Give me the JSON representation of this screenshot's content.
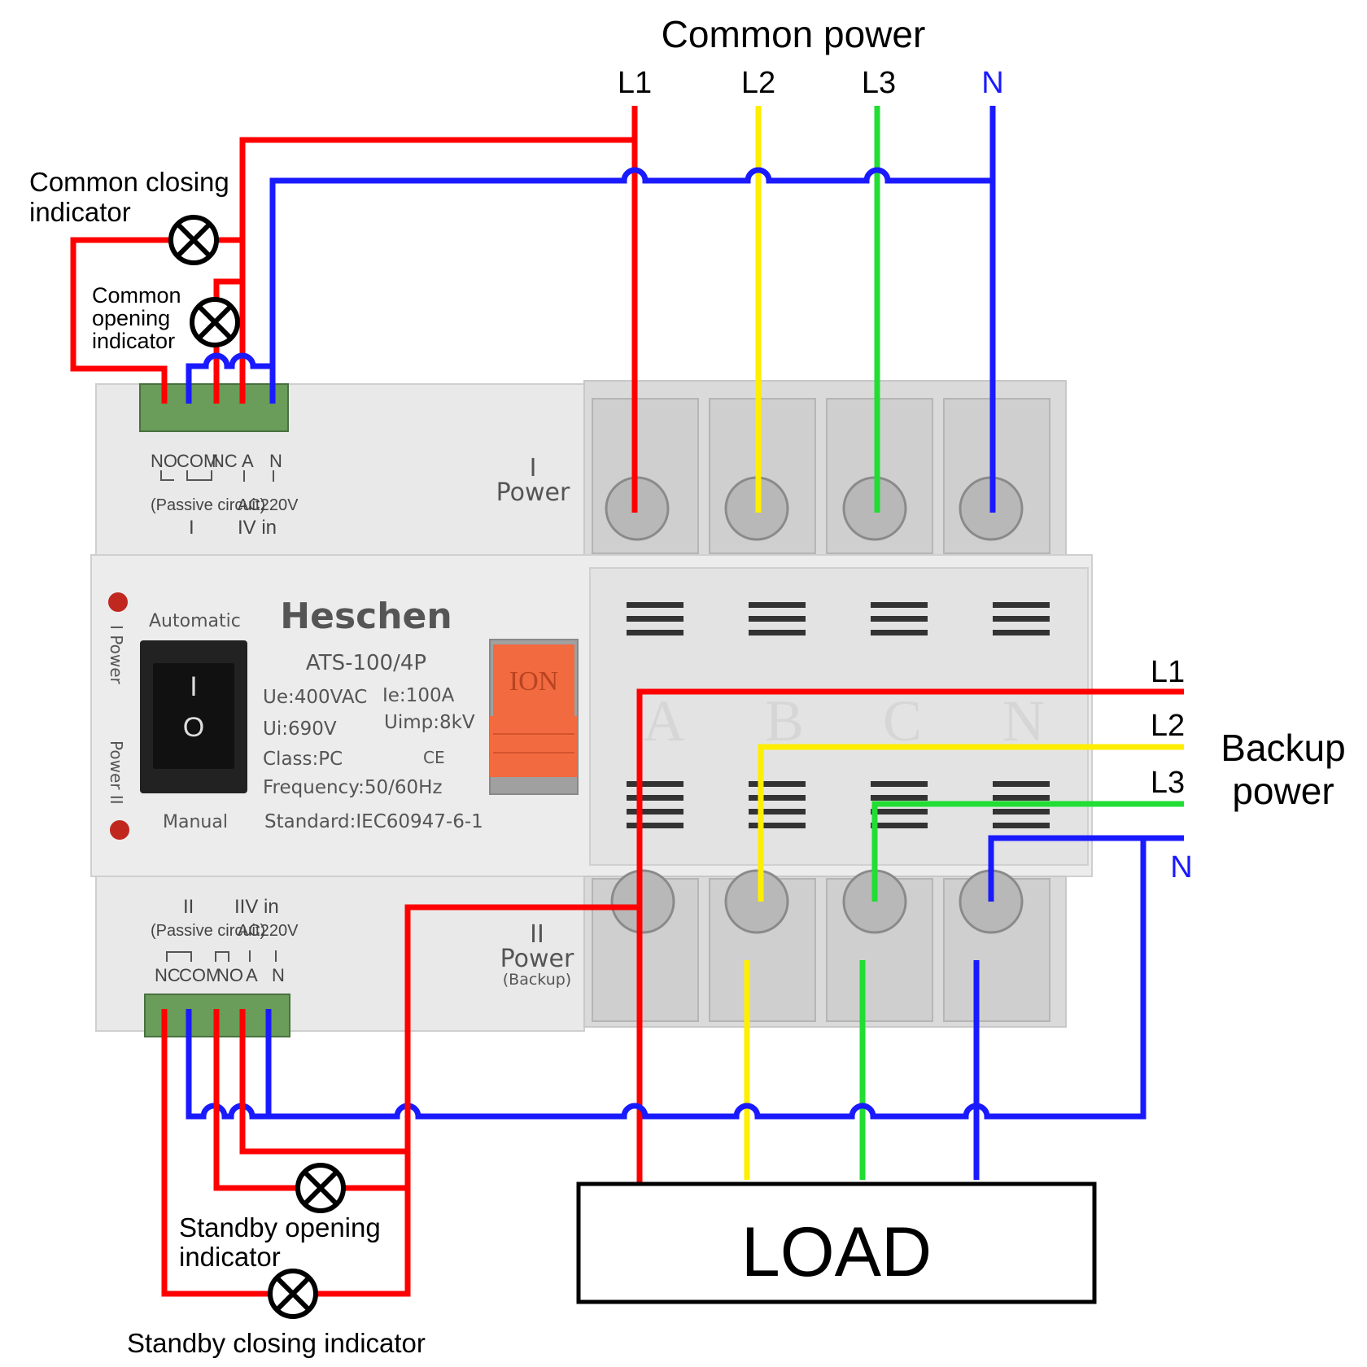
{
  "header": {
    "common_power": "Common power"
  },
  "common_phases": {
    "l1": "L1",
    "l2": "L2",
    "l3": "L3",
    "n": "N"
  },
  "backup": {
    "title_line1": "Backup",
    "title_line2": "power",
    "l1": "L1",
    "l2": "L2",
    "l3": "L3",
    "n": "N"
  },
  "indicators": {
    "common_closing_1": "Common closing",
    "common_closing_2": "indicator",
    "common_opening_1": "Common",
    "common_opening_2": "opening",
    "common_opening_3": "indicator",
    "standby_opening_1": "Standby opening",
    "standby_opening_2": "indicator",
    "standby_closing": "Standby closing indicator"
  },
  "load": "LOAD",
  "device": {
    "brand": "Heschen",
    "model": "ATS-100/4P",
    "ue": "Ue:400VAC",
    "ie": "Ie:100A",
    "ui": "Ui:690V",
    "uimp": "Uimp:8kV",
    "class": "Class:PC",
    "ce": "CE",
    "frequency": "Frequency:50/60Hz",
    "standard": "Standard:IEC60947-6-1",
    "automatic": "Automatic",
    "manual": "Manual",
    "switch_on": "I",
    "switch_off": "O",
    "power_i_side": "I  Power",
    "power_ii_side": "Power  II",
    "handle_label": "ION",
    "power_i_num": "I",
    "power_i_label": "Power",
    "power_ii_num": "II",
    "power_ii_label": "Power",
    "power_ii_sub": "(Backup)",
    "pole_a": "A",
    "pole_b": "B",
    "pole_c": "C",
    "pole_n": "N"
  },
  "terminals_top": {
    "no": "NO",
    "com": "COM",
    "nc": "NC",
    "a": "A",
    "n": "N",
    "passive": "(Passive circuit)",
    "ac": "AC220V",
    "num": "I",
    "vin": "IV in"
  },
  "terminals_bottom": {
    "num": "II",
    "vin": "IIV in",
    "passive": "(Passive circuit)",
    "ac": "AC220V",
    "nc": "NC",
    "com": "COM",
    "no": "NO",
    "a": "A",
    "n": "N"
  },
  "colors": {
    "red": "#ff0000",
    "blue": "#1a1aff",
    "yellow": "#ffee00",
    "green": "#22dd33",
    "orange": "#f26a3f"
  }
}
